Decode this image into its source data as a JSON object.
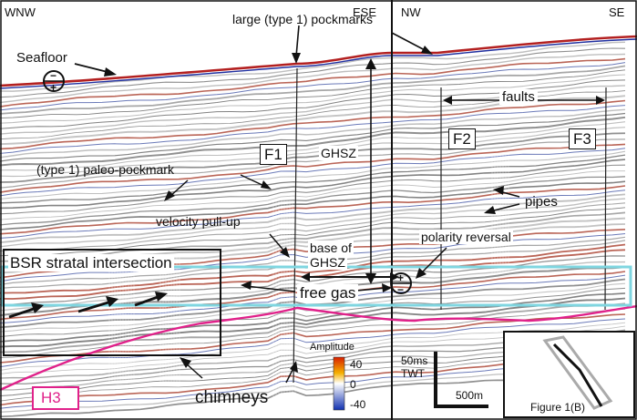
{
  "panels": {
    "left": {
      "start": "WNW",
      "end": "ESE"
    },
    "right": {
      "start": "NW",
      "end": "SE"
    }
  },
  "labels": {
    "seafloor": "Seafloor",
    "pockmarks_large": "large (type 1) pockmarks",
    "paleo_pockmark": "(type 1) paleo-pockmark",
    "velocity_pullup": "velocity pull-up",
    "ghsz": "GHSZ",
    "base_ghsz_1": "base of",
    "base_ghsz_2": "GHSZ",
    "faults": "faults",
    "pipes": "pipes",
    "polarity_reversal": "polarity reversal",
    "bsr": "BSR stratal intersection",
    "free_gas": "free gas",
    "chimneys": "chimneys",
    "h3": "H3",
    "figure_ref": "Figure 1(B)"
  },
  "fault_labels": [
    "F1",
    "F2",
    "F3"
  ],
  "polarity_symbols": {
    "minus": "−",
    "plus": "+"
  },
  "colorbar": {
    "title": "Amplitude",
    "ticks": [
      "40",
      "0",
      "-40"
    ],
    "values": [
      40,
      0,
      -40
    ],
    "colors": [
      "#d81f00",
      "#f5b000",
      "#ffffff",
      "#1030b0"
    ]
  },
  "scale": {
    "vertical_1": "50ms",
    "vertical_2": "TWT",
    "horizontal": "500m"
  },
  "colors": {
    "bsr_box": "#7fd6e0",
    "h3_horizon": "#e0218a",
    "frame": "#111111"
  }
}
